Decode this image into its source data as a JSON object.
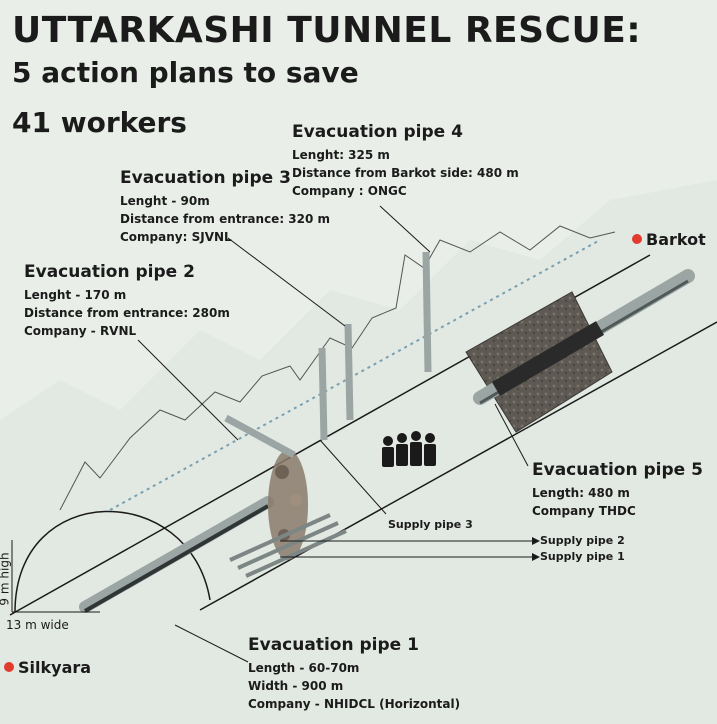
{
  "title": "UTTARKASHI TUNNEL RESCUE:",
  "subtitle_line1": "5 action plans to save",
  "subtitle_line2": "41 workers",
  "places": {
    "barkot": "Barkot",
    "silkyara": "Silkyara"
  },
  "dimensions": {
    "height": "9 m high",
    "width": "13 m wide"
  },
  "pipes": {
    "pipe1": {
      "title": "Evacuation pipe 1",
      "lines": [
        "Length - 60-70m",
        "Width - 900 m",
        "Company - NHIDCL (Horizontal)"
      ]
    },
    "pipe2": {
      "title": "Evacuation pipe 2",
      "lines": [
        "Lenght - 170 m",
        "Distance from entrance: 280m",
        "Company - RVNL"
      ]
    },
    "pipe3": {
      "title": "Evacuation pipe 3",
      "lines": [
        "Lenght - 90m",
        "Distance from entrance: 320 m",
        "Company: SJVNL"
      ]
    },
    "pipe4": {
      "title": "Evacuation pipe 4",
      "lines": [
        "Lenght: 325 m",
        "Distance from Barkot side: 480 m",
        "Company : ONGC"
      ]
    },
    "pipe5": {
      "title": "Evacuation pipe 5",
      "lines": [
        "Length: 480 m",
        "Company THDC"
      ]
    }
  },
  "supply": {
    "s1": "Supply pipe 1",
    "s2": "Supply pipe 2",
    "s3": "Supply pipe 3"
  },
  "colors": {
    "pipe": "#9aa5a4",
    "pipe_dark": "#5c6766",
    "rock": "#5a5550",
    "debris": "#8a7a6c",
    "pin": "#e23b2e",
    "ridge": "#444444",
    "dotted": "#7aa0b0"
  },
  "icons": {
    "workers": "workers-group-icon",
    "pin": "location-pin-icon"
  }
}
